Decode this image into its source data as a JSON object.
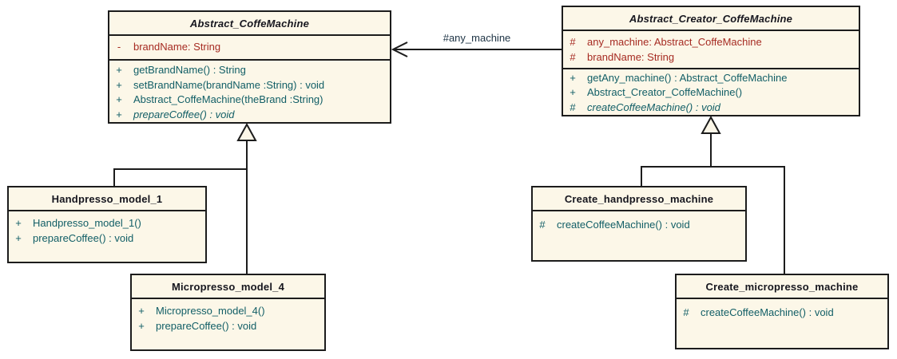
{
  "diagram": {
    "type": "uml-class-diagram",
    "colors": {
      "class_fill": "#FCF7E8",
      "border": "#1c1c1c",
      "title_text": "#16161E",
      "attribute_text": "#A62B22",
      "method_text": "#115E66",
      "association_label_text": "#1d3344",
      "background": "#ffffff"
    },
    "classes": [
      {
        "name": "Abstract_CoffeMachine",
        "abstract": true,
        "attributes": [
          {
            "visibility": "-",
            "text": "brandName: String"
          }
        ],
        "methods": [
          {
            "visibility": "+",
            "text": "getBrandName() : String"
          },
          {
            "visibility": "+",
            "text": "setBrandName(brandName :String) : void"
          },
          {
            "visibility": "+",
            "text": "Abstract_CoffeMachine(theBrand :String)"
          },
          {
            "visibility": "+",
            "text": "prepareCoffee() : void",
            "abstract": true
          }
        ]
      },
      {
        "name": "Abstract_Creator_CoffeMachine",
        "abstract": true,
        "attributes": [
          {
            "visibility": "#",
            "text": "any_machine: Abstract_CoffeMachine"
          },
          {
            "visibility": "#",
            "text": "brandName: String"
          }
        ],
        "methods": [
          {
            "visibility": "+",
            "text": "getAny_machine() : Abstract_CoffeMachine"
          },
          {
            "visibility": "+",
            "text": "Abstract_Creator_CoffeMachine()"
          },
          {
            "visibility": "#",
            "text": "createCoffeeMachine() : void",
            "abstract": true
          }
        ]
      },
      {
        "name": "Handpresso_model_1",
        "abstract": false,
        "attributes": [],
        "methods": [
          {
            "visibility": "+",
            "text": "Handpresso_model_1()"
          },
          {
            "visibility": "+",
            "text": "prepareCoffee() : void"
          }
        ]
      },
      {
        "name": "Micropresso_model_4",
        "abstract": false,
        "attributes": [],
        "methods": [
          {
            "visibility": "+",
            "text": "Micropresso_model_4()"
          },
          {
            "visibility": "+",
            "text": "prepareCoffee() : void"
          }
        ]
      },
      {
        "name": "Create_handpresso_machine",
        "abstract": false,
        "attributes": [],
        "methods": [
          {
            "visibility": "#",
            "text": "createCoffeeMachine() : void"
          }
        ]
      },
      {
        "name": "Create_micropresso_machine",
        "abstract": false,
        "attributes": [],
        "methods": [
          {
            "visibility": "#",
            "text": "createCoffeeMachine() : void"
          }
        ]
      }
    ],
    "relationships": {
      "association": {
        "label": "#any_machine",
        "type": "directed-association",
        "from": "Abstract_Creator_CoffeMachine",
        "to": "Abstract_CoffeMachine"
      },
      "generalizations": [
        {
          "from": "Handpresso_model_1",
          "to": "Abstract_CoffeMachine"
        },
        {
          "from": "Micropresso_model_4",
          "to": "Abstract_CoffeMachine"
        },
        {
          "from": "Create_handpresso_machine",
          "to": "Abstract_Creator_CoffeMachine"
        },
        {
          "from": "Create_micropresso_machine",
          "to": "Abstract_Creator_CoffeMachine"
        }
      ]
    }
  }
}
